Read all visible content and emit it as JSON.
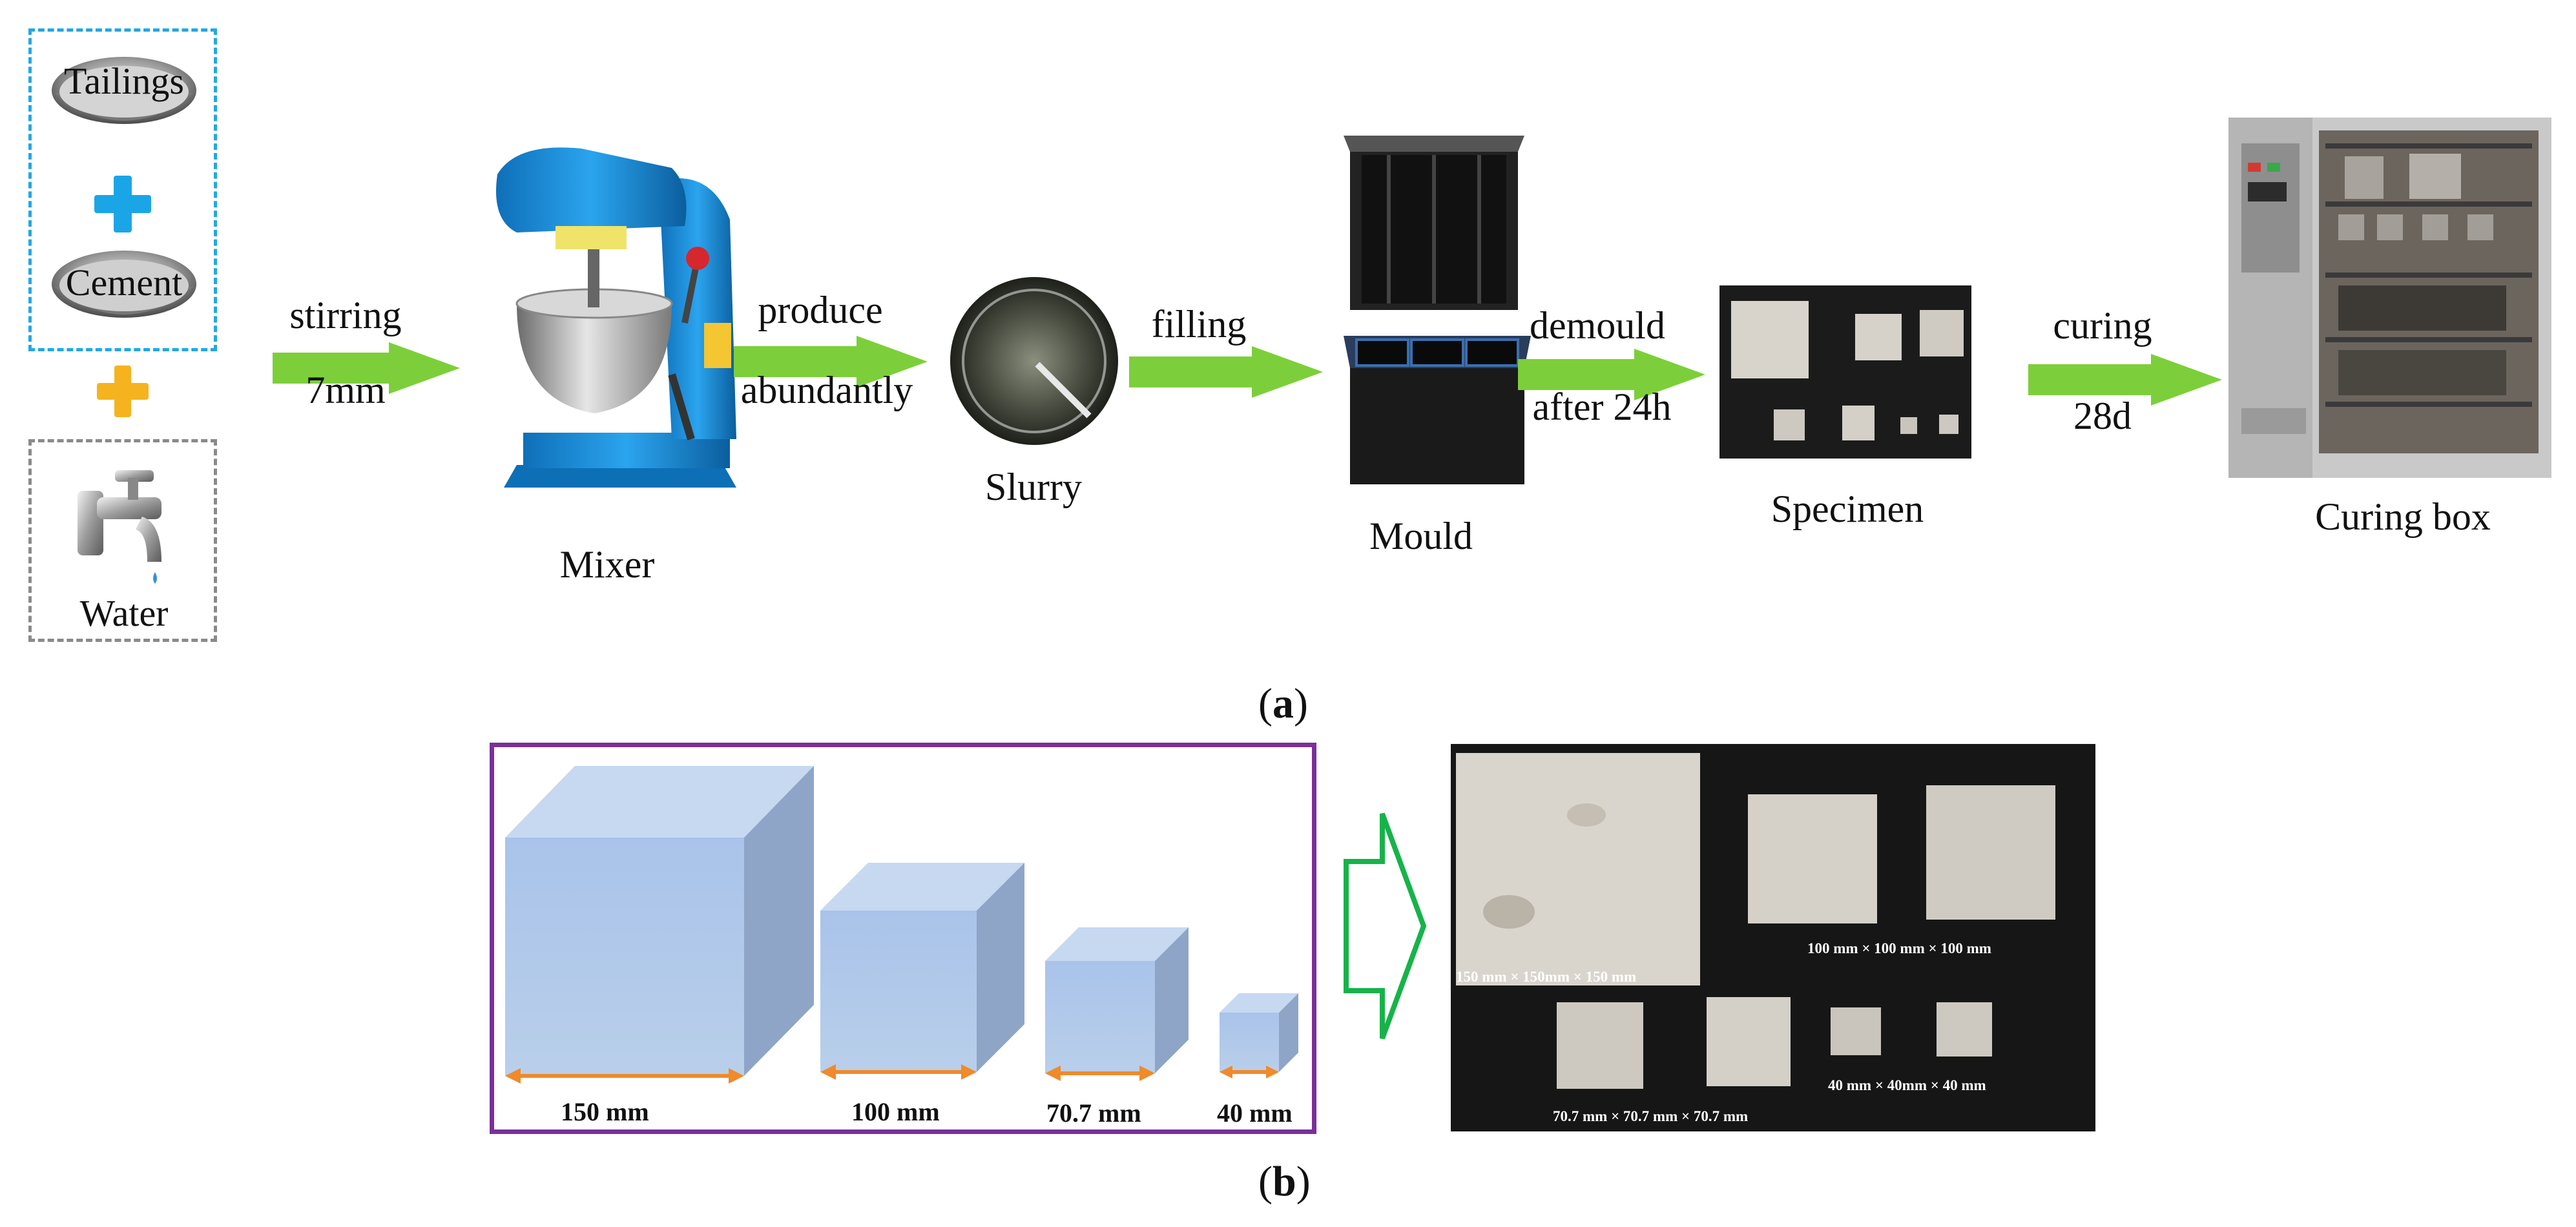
{
  "inputs": {
    "tailings": "Tailings",
    "cement": "Cement",
    "water": "Water"
  },
  "steps": [
    {
      "top": "stirring",
      "bottom": "7mm"
    },
    {
      "top": "produce",
      "bottom": "abundantly"
    },
    {
      "top": "filling",
      "bottom": ""
    },
    {
      "top": "demould",
      "bottom": "after 24h"
    },
    {
      "top": "curing",
      "bottom": "28d"
    }
  ],
  "stages": {
    "mixer": "Mixer",
    "slurry": "Slurry",
    "mould": "Mould",
    "specimen": "Specimen",
    "curing_box": "Curing box"
  },
  "captions": {
    "a": "a",
    "b": "b"
  },
  "cube_sizes": [
    "150 mm",
    "100 mm",
    "70.7 mm",
    "40 mm"
  ],
  "photo_labels": [
    "150 mm × 150mm × 150 mm",
    "100 mm × 100 mm × 100 mm",
    "70.7 mm × 70.7 mm × 70.7 mm",
    "40 mm × 40mm × 40 mm"
  ],
  "colors": {
    "arrow_green": "#7ccf3a",
    "outline_arrow_green": "#17b34a",
    "plus_blue": "#1aa6e6",
    "plus_orange": "#f5b320",
    "dash_blue": "#22a8e4",
    "dash_gray": "#8a8a8a",
    "frame_purple": "#7a2f9a",
    "cube_blue": "#a8c2e8",
    "dimension_orange": "#f08a2a",
    "mixer_blue": "#1b8fd8"
  }
}
